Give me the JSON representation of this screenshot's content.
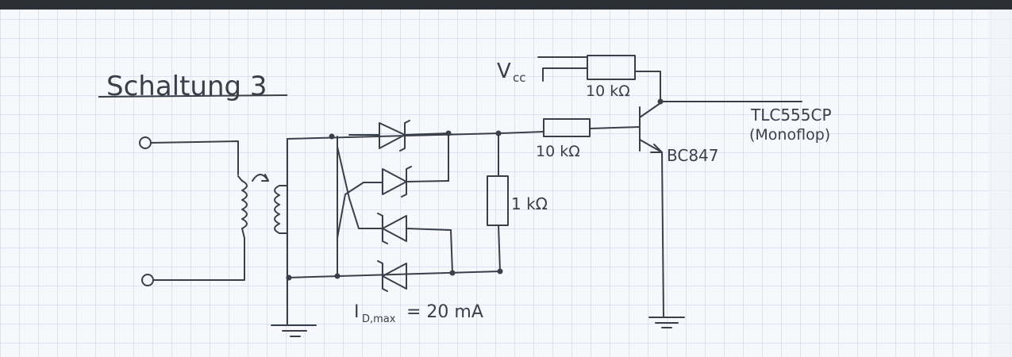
{
  "diagram": {
    "title": "Schaltung 3",
    "labels": {
      "vcc": "V",
      "vcc_sub": "cc",
      "r_top": "10 kΩ",
      "r_base": "10 kΩ",
      "r_shunt": "1 kΩ",
      "transistor": "BC847",
      "ic": "TLC555CP",
      "ic_note": "(Monoflop)",
      "diode_current_prefix": "I",
      "diode_current_sub": "D,max",
      "diode_current_value": "= 20 mA"
    },
    "colors": {
      "grid": "#b9c8e6",
      "ink": "#3a3f4a",
      "paper": "#f7f8fb"
    }
  }
}
